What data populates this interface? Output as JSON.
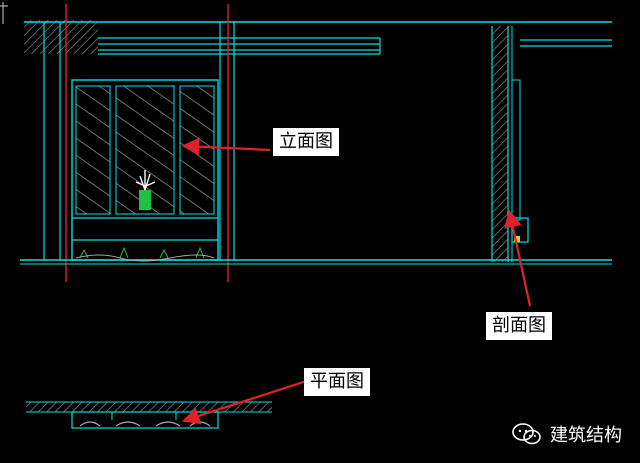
{
  "labels": {
    "elevation": "立面图",
    "section": "剖面图",
    "plan": "平面图"
  },
  "watermark": {
    "text": "建筑结构",
    "icon": "wechat-icon"
  },
  "colors": {
    "background": "#000000",
    "wall_line": "#00e0e0",
    "axis_line": "#e0202a",
    "hatch": "#9a9a9a",
    "arrow": "#e0202a",
    "plant": "#22c040"
  }
}
